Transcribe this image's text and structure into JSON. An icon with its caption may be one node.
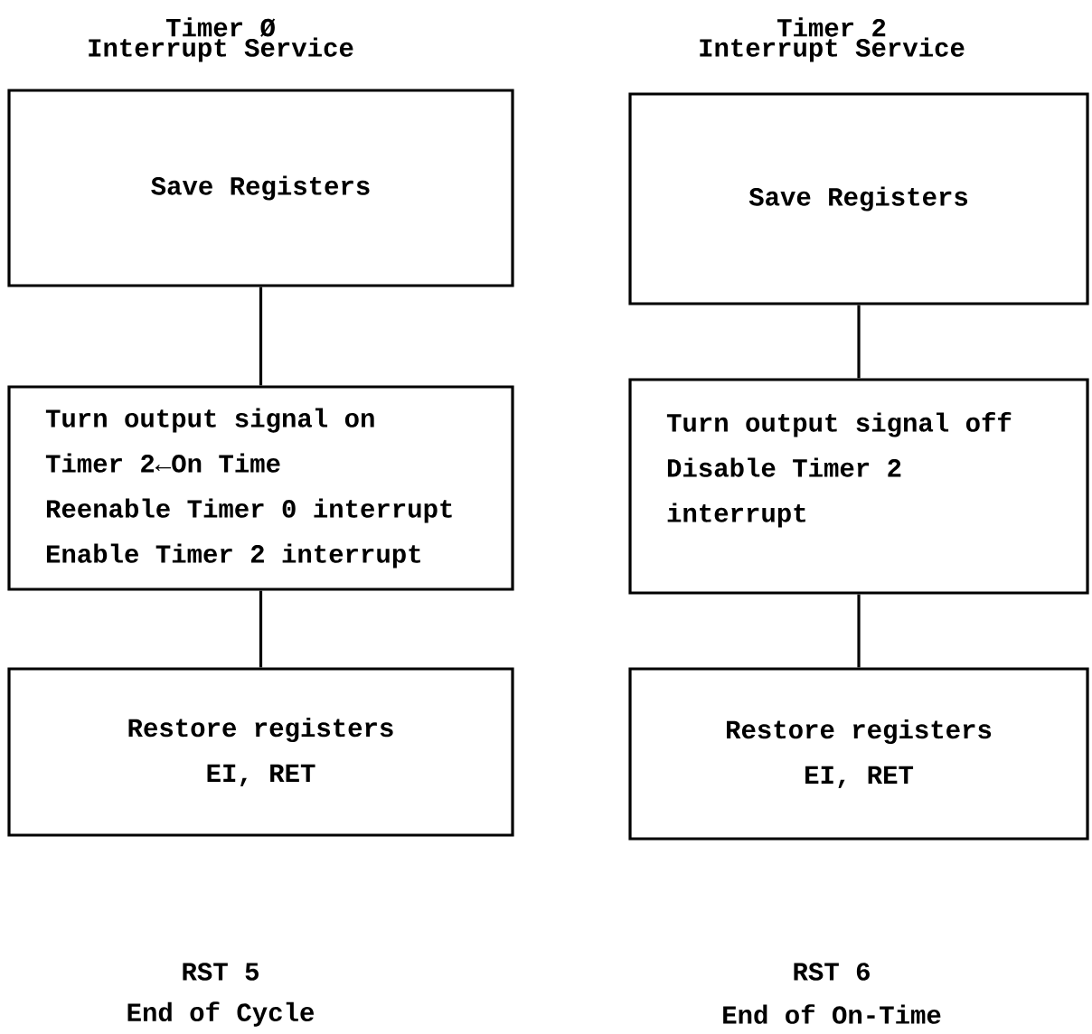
{
  "diagram": {
    "nodes": [
      {
        "text": [
          "Save Registers"
        ]
      },
      {
        "text": [
          "Turn output signal on",
          "Timer 2←On Time",
          "Reenable Timer 0 interrupt",
          "Enable Timer 2 interrupt"
        ]
      },
      {
        "text": [
          "Restore registers",
          "EI, RET"
        ]
      },
      {
        "text": [
          "Save Registers"
        ]
      },
      {
        "text": [
          "Turn output signal off",
          "Disable Timer 2 interrupt"
        ]
      },
      {
        "text": [
          "Restore registers",
          "EI, RET"
        ]
      }
    ],
    "edges": [
      {
        "from": 0,
        "to": 1,
        "arrow": "none"
      },
      {
        "from": 1,
        "to": 2,
        "arrow": "none"
      },
      {
        "from": 3,
        "to": 4,
        "arrow": "none"
      },
      {
        "from": 4,
        "to": 5,
        "arrow": "none"
      }
    ],
    "labels": [
      "Timer Ø",
      "Interrupt Service",
      "Timer 2",
      "Interrupt Service",
      "RST 5",
      "End of Cycle",
      "RST 6",
      "End of On-Time"
    ]
  }
}
